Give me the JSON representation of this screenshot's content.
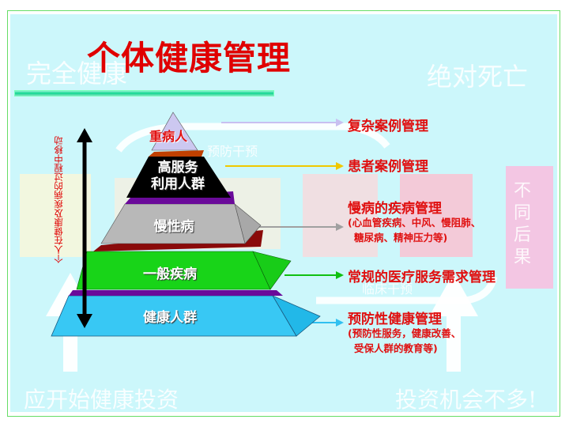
{
  "slide": {
    "title": "个体健康管理",
    "background_words": {
      "top_left": "完全健康",
      "top_right": "绝对死亡",
      "bottom_left": "应开始健康投资",
      "bottom_right": "投资机会不多!",
      "prevent": "预防干预",
      "clinical": "临床干预",
      "outcome": "不同后果"
    },
    "vertical_caption": "个人在健康及疾病的过程中移动",
    "pyramid": [
      {
        "label": "重病人",
        "color": "#ccc8f0"
      },
      {
        "label_line1": "高服务",
        "label_line2": "利用人群",
        "color": "#000000"
      },
      {
        "label": "慢性病",
        "color": "#b8b8b8"
      },
      {
        "label": "一般疾病",
        "color": "#10cc10"
      },
      {
        "label": "健康人群",
        "color": "#30c8f0"
      }
    ],
    "management": [
      {
        "label": "复杂案例管理",
        "arrow_color": "#c8c0f0"
      },
      {
        "label": "患者案例管理",
        "arrow_color": "#f0c800"
      },
      {
        "label": "慢病的疾病管理",
        "detail_line1": "(心血管疾病、中风、慢阻肺、",
        "detail_line2": "糖尿病、精神压力等)",
        "arrow_color": "#a0a0a0"
      },
      {
        "label": "常规的医疗服务需求管理",
        "arrow_color": "#10c010"
      },
      {
        "label": "预防性健康管理",
        "detail_line1": "(预防性服务，健康改善、",
        "detail_line2": "受保人群的教育等)",
        "arrow_color": "#30c0f0"
      }
    ]
  }
}
